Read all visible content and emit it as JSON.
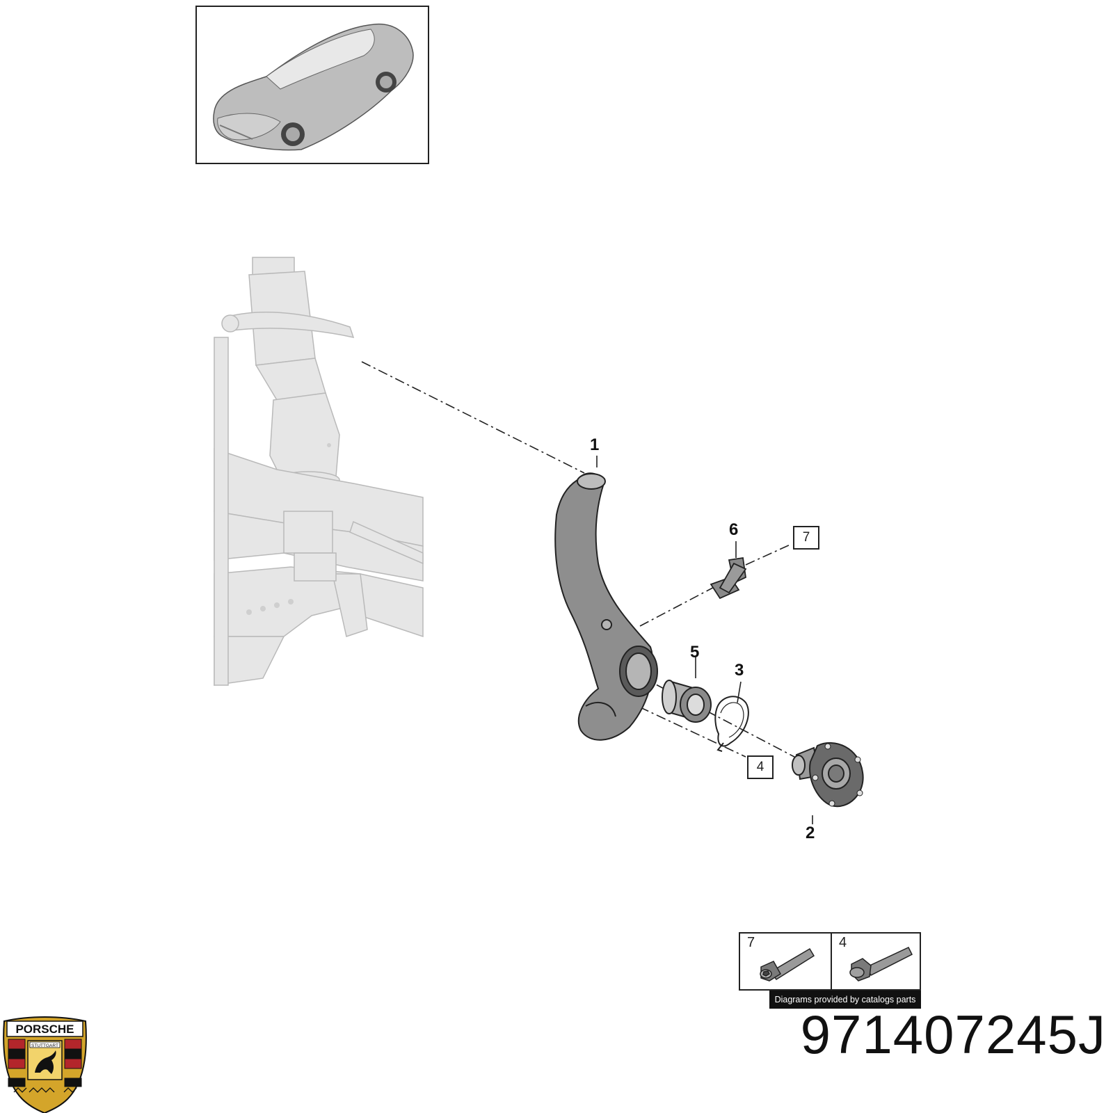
{
  "callouts": [
    {
      "id": "1",
      "label": "1"
    },
    {
      "id": "2",
      "label": "2"
    },
    {
      "id": "3",
      "label": "3"
    },
    {
      "id": "5",
      "label": "5"
    },
    {
      "id": "6",
      "label": "6"
    }
  ],
  "box_refs": {
    "ref_7": "7",
    "ref_4": "4"
  },
  "legend": {
    "cells": [
      {
        "num": "7",
        "icon": "socket-head-bolt-icon"
      },
      {
        "num": "4",
        "icon": "hex-flange-bolt-icon"
      }
    ],
    "footer": "Diagrams provided by catalogs parts"
  },
  "logo": {
    "name": "PORSCHE",
    "city": "STUTTGART"
  },
  "part_number": "971407245J",
  "colors": {
    "line": "#222222",
    "ghost_parts": "#d9d9d9",
    "knuckle": "#8e8e8e",
    "logo_gold": "#d4a52a",
    "logo_red": "#b3262b"
  }
}
